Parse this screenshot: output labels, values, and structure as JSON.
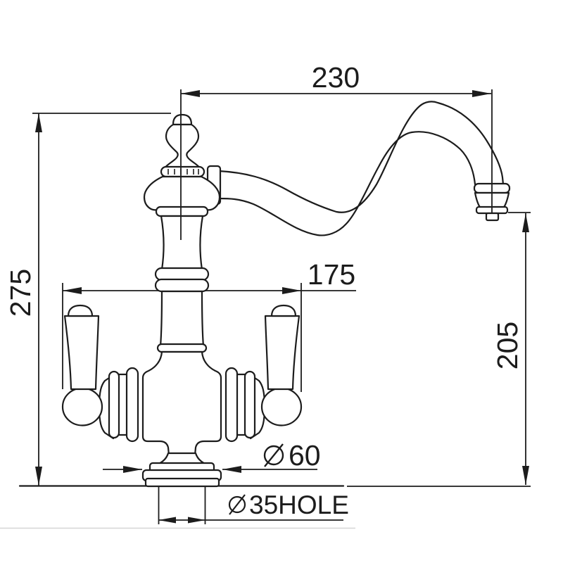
{
  "drawing": {
    "subject": "two-handle-classic-kitchen-mixer-tap-side-view",
    "background": "#ffffff",
    "stroke_color": "#1c1c1c",
    "faint_guide_color": "#d6d6d6",
    "labels": {
      "spout_reach": "230",
      "total_height": "275",
      "handle_span": "175",
      "outlet_height": "205",
      "base_diameter": "60",
      "hole_diameter": "35HOLE",
      "diameter_symbol": "⌀"
    }
  }
}
